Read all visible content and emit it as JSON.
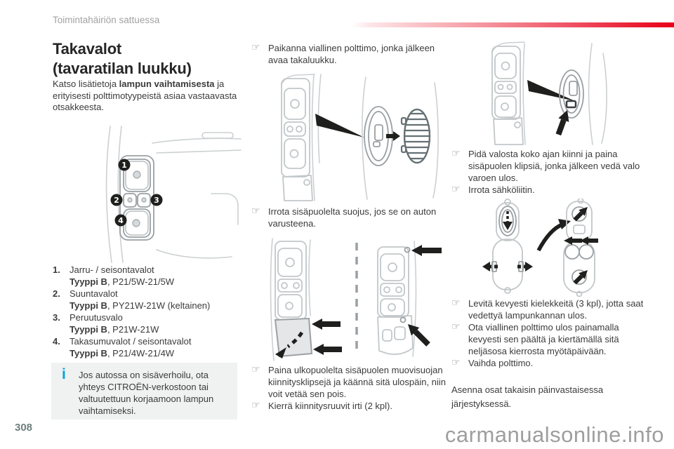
{
  "page": {
    "header": "Toimintahäiriön sattuessa",
    "number": "308",
    "watermark": "carmanualsonline.info"
  },
  "icons": {
    "pointer": "☞",
    "info": "i"
  },
  "colors": {
    "accent_red": "#e70018",
    "info_blue": "#00a3e0",
    "text": "#3b3b3b",
    "header_gray": "#a2a2a2",
    "page_number": "#6f7f7c",
    "info_box_bg": "#f0f1f1"
  },
  "left": {
    "title_line1": "Takavalot",
    "title_line2": "(tavaratilan luukku)",
    "intro_pre": "Katso lisätietoja ",
    "intro_bold": "lampun vaihtamisesta",
    "intro_post": " ja erityisesti polttimotyypeistä asiaa vastaavasta otsakkeesta.",
    "bulbs": [
      {
        "num": "1.",
        "name": "Jarru- / seisontavalot",
        "type": "Tyyppi B",
        "spec": ", P21/5W-21/5W"
      },
      {
        "num": "2.",
        "name": "Suuntavalot",
        "type": "Tyyppi B",
        "spec": ", PY21W-21W (keltainen)"
      },
      {
        "num": "3.",
        "name": "Peruutusvalo",
        "type": "Tyyppi B",
        "spec": ", P21W-21W"
      },
      {
        "num": "4.",
        "name": "Takasumuvalot / seisontavalot",
        "type": "Tyyppi B",
        "spec": ", P21/4W-21/4W"
      }
    ],
    "info_text": "Jos autossa on sisäverhoilu, ota yhteys CITROËN-verkostoon tai valtuutettuun korjaamoon lampun vaihtamiseksi."
  },
  "callouts": [
    "1",
    "2",
    "3",
    "4"
  ],
  "middle": {
    "step1": "Paikanna viallinen polttimo, jonka jälkeen avaa takaluukku.",
    "step2": "Irrota sisäpuolelta suojus, jos se on auton varusteena.",
    "step3": "Paina ulkopuolelta sisäpuolen muovisuojan kiinnitysklipsejä ja käännä sitä ulospäin, niin voit vetää sen pois.",
    "step4": "Kierrä kiinnitysruuvit irti (2 kpl)."
  },
  "right": {
    "step1": "Pidä valosta koko ajan kiinni ja paina sisäpuolen klipsiä, jonka jälkeen vedä valo varoen ulos.",
    "step2": "Irrota sähköliitin.",
    "step3": "Levitä kevyesti kielekkeitä (3 kpl), jotta saat vedettyä lampunkannan ulos.",
    "step4": "Ota viallinen polttimo ulos painamalla kevyesti sen päältä ja kiertämällä sitä neljäsosa kierrosta myötäpäivään.",
    "step5": "Vaihda polttimo.",
    "closing": "Asenna osat takaisin päinvastaisessa järjestyksessä."
  }
}
